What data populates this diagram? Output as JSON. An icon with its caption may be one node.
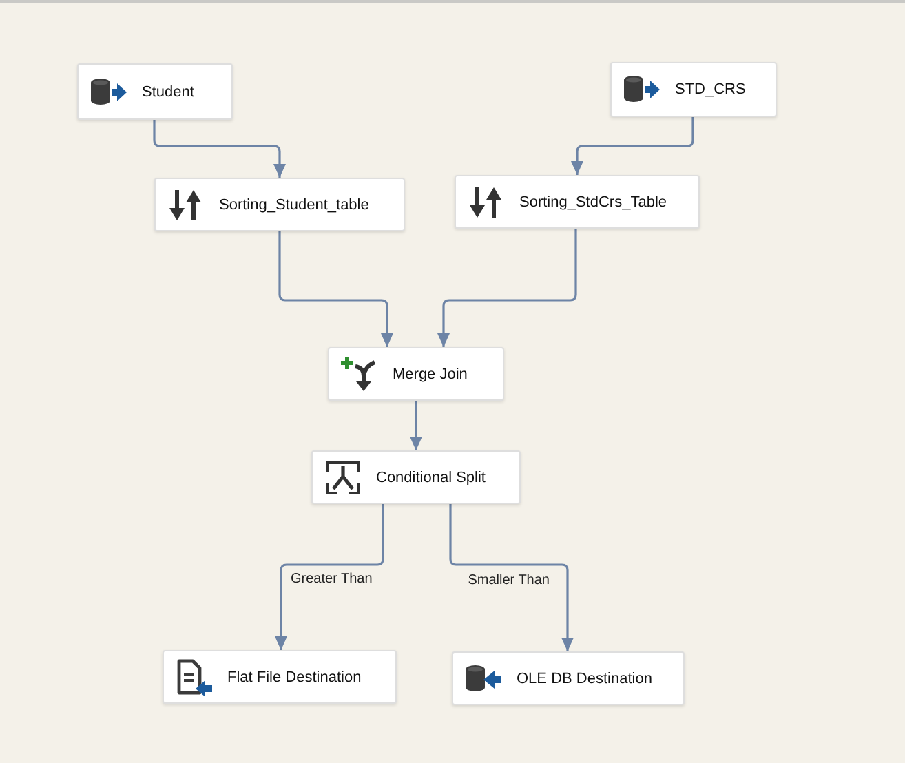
{
  "diagram": {
    "nodes": [
      {
        "text": [
          "Student"
        ]
      },
      {
        "text": [
          "STD_CRS"
        ]
      },
      {
        "text": [
          "Sorting_Student_table"
        ]
      },
      {
        "text": [
          "Sorting_StdCrs_Table"
        ]
      },
      {
        "text": [
          "Merge Join"
        ]
      },
      {
        "text": [
          "Conditional Split"
        ]
      },
      {
        "text": [
          "Flat File Destination"
        ]
      },
      {
        "text": [
          "OLE DB Destination"
        ]
      }
    ],
    "edges": [
      {
        "from": 0,
        "to": 2,
        "arrow": "to"
      },
      {
        "from": 1,
        "to": 3,
        "arrow": "to"
      },
      {
        "from": 2,
        "to": 4,
        "arrow": "to"
      },
      {
        "from": 3,
        "to": 4,
        "arrow": "to"
      },
      {
        "from": 4,
        "to": 5,
        "arrow": "to"
      },
      {
        "from": 5,
        "to": 6,
        "arrow": "to",
        "label": "Greater Than"
      },
      {
        "from": 5,
        "to": 7,
        "arrow": "to",
        "label": "Smaller Than"
      }
    ]
  }
}
